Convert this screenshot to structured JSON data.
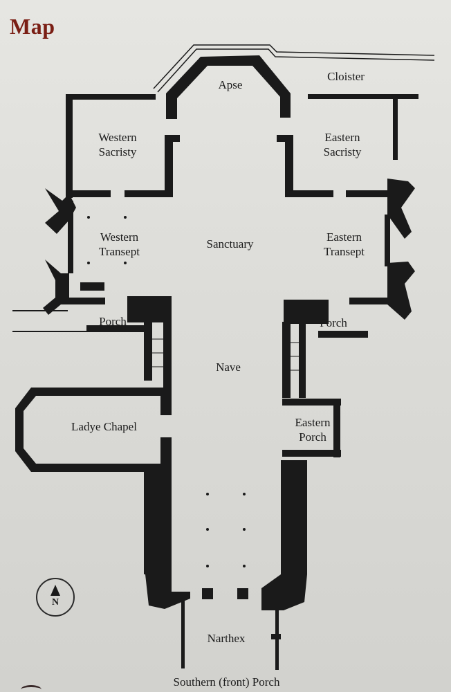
{
  "title": "Map",
  "rooms": {
    "apse": "Apse",
    "cloister": "Cloister",
    "western_sacristy": "Western\nSacristy",
    "eastern_sacristy": "Eastern\nSacristy",
    "western_transept": "Western\nTransept",
    "sanctuary": "Sanctuary",
    "eastern_transept": "Eastern\nTransept",
    "porch_west": "Porch",
    "porch_east": "Porch",
    "nave": "Nave",
    "ladye_chapel": "Ladye Chapel",
    "eastern_porch": "Eastern\nPorch",
    "narthex": "Narthex",
    "southern_porch": "Southern (front) Porch"
  },
  "compass": {
    "label": "N"
  },
  "colors": {
    "title": "#7a1e14",
    "wall": "#1a1a1a",
    "paper": "#e3e3df"
  }
}
